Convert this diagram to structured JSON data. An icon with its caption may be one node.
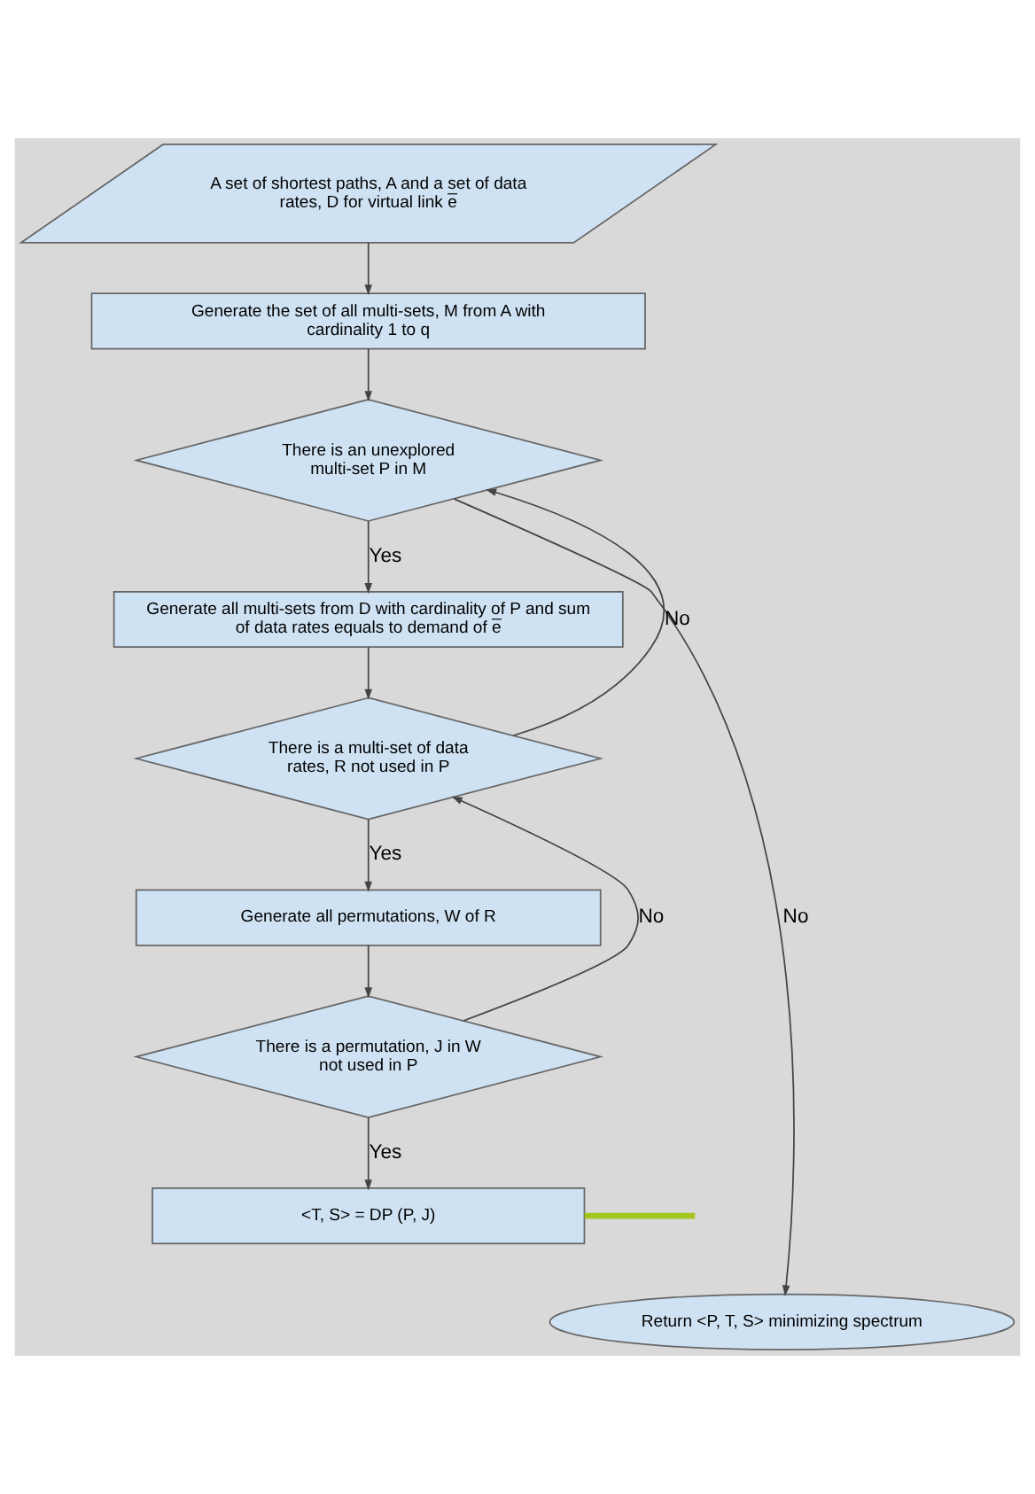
{
  "diagram": {
    "nodes": [
      {
        "text": [
          "A set of shortest paths, A and a set of data rates, D for virtual link e̅"
        ]
      },
      {
        "text": [
          "Generate the set of all multi-sets, M from A with cardinality 1 to q"
        ]
      },
      {
        "text": [
          "There is an unexplored multi-set P in M"
        ]
      },
      {
        "text": [
          "Generate all multi-sets from D with cardinality of P and sum of data rates equals to demand of e̅"
        ]
      },
      {
        "text": [
          "There is a multi-set of data rates, R not used in P"
        ]
      },
      {
        "text": [
          "Generate all permutations, W of R"
        ]
      },
      {
        "text": [
          "There is a permutation, J in W not used in P"
        ]
      },
      {
        "text": [
          "<T, S> = DP (P, J)"
        ]
      },
      {
        "text": [
          "Return <P, T, S> minimizing spectrum"
        ]
      }
    ],
    "edges": [
      {
        "from": 0,
        "to": 1,
        "arrow": "to"
      },
      {
        "from": 1,
        "to": 2,
        "arrow": "to"
      },
      {
        "from": 2,
        "to": 3,
        "arrow": "to",
        "label": "Yes"
      },
      {
        "from": 3,
        "to": 4,
        "arrow": "to"
      },
      {
        "from": 4,
        "to": 5,
        "arrow": "to",
        "label": "Yes"
      },
      {
        "from": 5,
        "to": 6,
        "arrow": "to"
      },
      {
        "from": 6,
        "to": 7,
        "arrow": "to",
        "label": "Yes"
      },
      {
        "from": 6,
        "to": 4,
        "arrow": "to",
        "label": "No"
      },
      {
        "from": 4,
        "to": 2,
        "arrow": "to",
        "label": "No"
      },
      {
        "from": 2,
        "to": 8,
        "arrow": "to",
        "label": "No"
      },
      {
        "from": 7,
        "to": null,
        "arrow": "none",
        "style": "thick",
        "color": "#a4c520"
      }
    ]
  }
}
